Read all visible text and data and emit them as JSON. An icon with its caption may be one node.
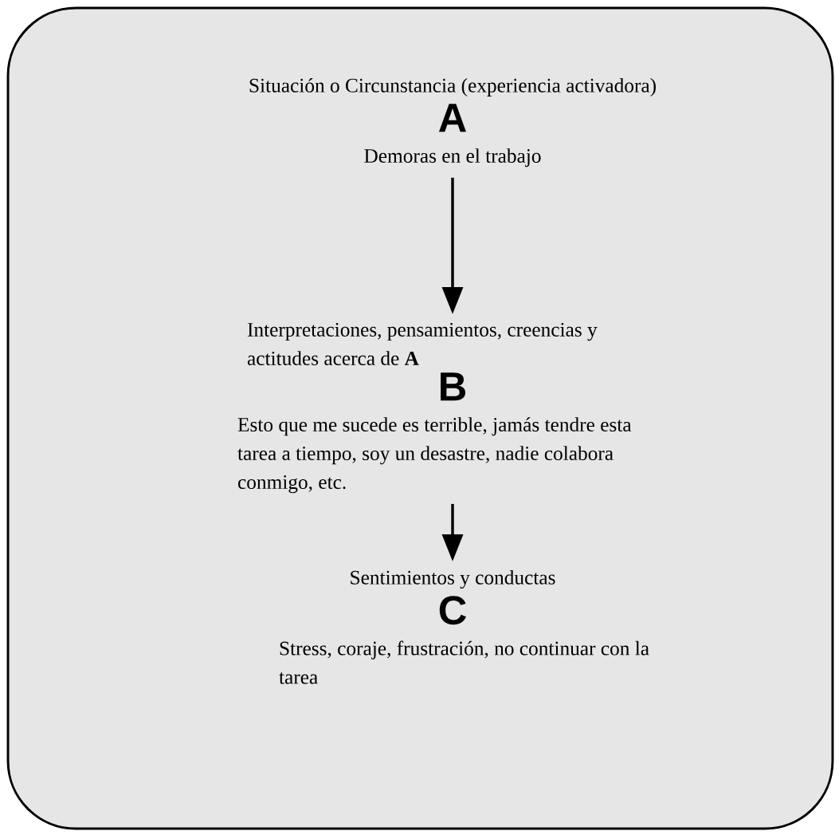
{
  "diagram": {
    "nodes": [
      {
        "text": [],
        "shape": "box"
      },
      {
        "text": [
          "Situación o Circunstancia (experiencia activadora)",
          "A",
          "Demoras en el trabajo"
        ],
        "in": 0
      },
      {
        "text": [
          "Interpretaciones, pensamientos, creencias y actitudes acerca de **A**",
          "B",
          "Esto que me sucede es terrible, jamás tendre esta tarea a tiempo, soy un desastre, nadie colabora conmigo, etc."
        ],
        "in": 0
      },
      {
        "text": [
          "Sentimientos y conductas",
          "C",
          "Stress, coraje, frustración, no continuar con la tarea"
        ],
        "in": 0
      }
    ],
    "edges": [
      {
        "from": 1,
        "to": 2,
        "arrow": "to"
      },
      {
        "from": 2,
        "to": 3,
        "arrow": "to"
      }
    ]
  }
}
